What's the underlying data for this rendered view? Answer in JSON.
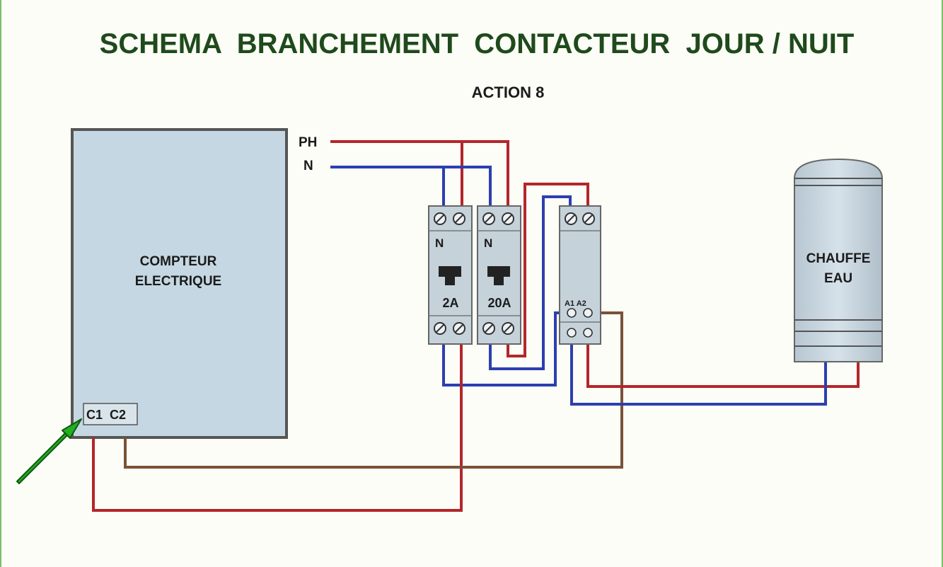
{
  "diagram": {
    "title": "SCHEMA  BRANCHEMENT  CONTACTEUR  JOUR / NUIT",
    "subtitle": "ACTION 8",
    "meter": {
      "line1": "COMPTEUR",
      "line2": "ELECTRIQUE",
      "terminals": "C1  C2"
    },
    "supply": {
      "phase": "PH",
      "neutral": "N"
    },
    "breaker_2a": {
      "neutral_mark": "N",
      "rating": "2A"
    },
    "breaker_20a": {
      "neutral_mark": "N",
      "rating": "20A"
    },
    "contactor": {
      "coil_label": "A1 A2"
    },
    "water_heater": {
      "line1": "CHAUFFE",
      "line2": "EAU"
    },
    "colors": {
      "phase": "#b3262b",
      "neutral": "#2c3fb0",
      "control": "#7a5238",
      "arrow": "#22b022",
      "panel": "#c5d7e2",
      "title": "#1f4a1c"
    },
    "icons": {
      "terminal": "slotted-screw-icon",
      "toggle": "breaker-toggle-icon",
      "pointer": "green-arrow-icon"
    }
  }
}
